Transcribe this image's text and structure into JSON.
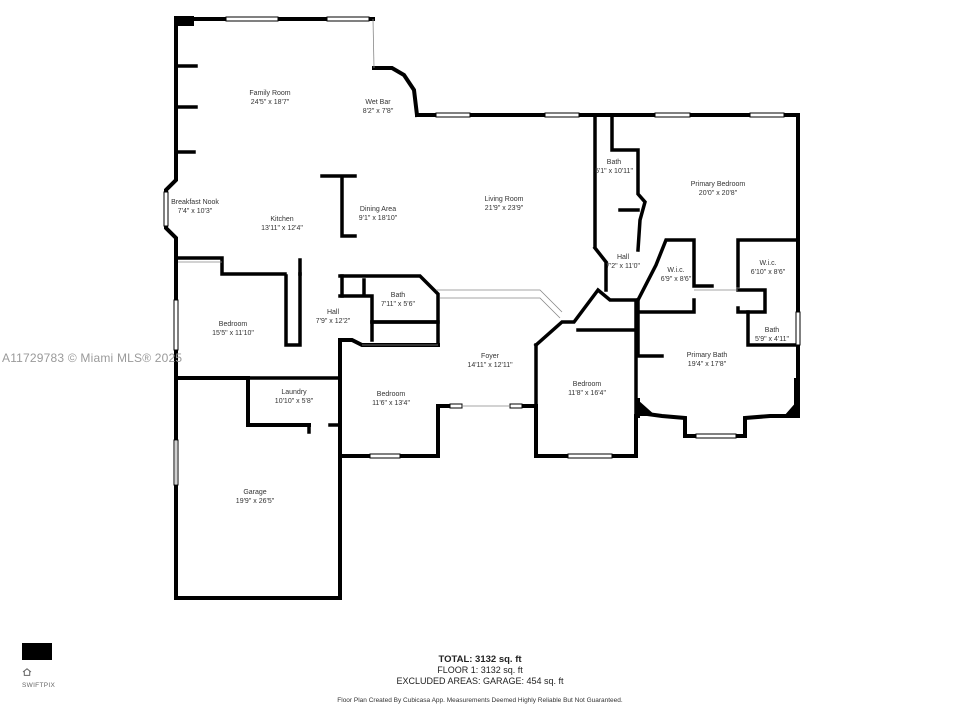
{
  "watermark": "A11729783 © Miami MLS® 2025",
  "rooms": [
    {
      "id": "family-room",
      "name": "Family Room",
      "dims": "24'5\" x 18'7\""
    },
    {
      "id": "wet-bar",
      "name": "Wet Bar",
      "dims": "8'2\" x 7'8\""
    },
    {
      "id": "breakfast-nook",
      "name": "Breakfast Nook",
      "dims": "7'4\" x 10'3\""
    },
    {
      "id": "kitchen",
      "name": "Kitchen",
      "dims": "13'11\" x 12'4\""
    },
    {
      "id": "dining-area",
      "name": "Dining Area",
      "dims": "9'1\" x 18'10\""
    },
    {
      "id": "living-room",
      "name": "Living Room",
      "dims": "21'9\" x 23'9\""
    },
    {
      "id": "bath-top",
      "name": "Bath",
      "dims": "5'1\" x 10'11\""
    },
    {
      "id": "primary-bedroom",
      "name": "Primary Bedroom",
      "dims": "20'0\" x 20'8\""
    },
    {
      "id": "hall-right",
      "name": "Hall",
      "dims": "7'2\" x 11'0\""
    },
    {
      "id": "wic-left",
      "name": "W.i.c.",
      "dims": "6'9\" x 8'6\""
    },
    {
      "id": "wic-right",
      "name": "W.i.c.",
      "dims": "6'10\" x 8'6\""
    },
    {
      "id": "bath-small-right",
      "name": "Bath",
      "dims": "5'9\" x 4'11\""
    },
    {
      "id": "primary-bath",
      "name": "Primary Bath",
      "dims": "19'4\" x 17'8\""
    },
    {
      "id": "bedroom-left",
      "name": "Bedroom",
      "dims": "15'5\" x 11'10\""
    },
    {
      "id": "hall-center",
      "name": "Hall",
      "dims": "7'9\" x 12'2\""
    },
    {
      "id": "bath-center",
      "name": "Bath",
      "dims": "7'11\" x 5'6\""
    },
    {
      "id": "foyer",
      "name": "Foyer",
      "dims": "14'11\" x 12'11\""
    },
    {
      "id": "bedroom-right",
      "name": "Bedroom",
      "dims": "11'8\" x 16'4\""
    },
    {
      "id": "laundry",
      "name": "Laundry",
      "dims": "10'10\" x 5'8\""
    },
    {
      "id": "bedroom-center",
      "name": "Bedroom",
      "dims": "11'6\" x 13'4\""
    },
    {
      "id": "garage",
      "name": "Garage",
      "dims": "19'9\" x 26'5\""
    }
  ],
  "totals": {
    "total": "TOTAL: 3132 sq. ft",
    "floor1": "FLOOR 1: 3132 sq. ft",
    "excluded": "EXCLUDED AREAS: GARAGE: 454 sq. ft"
  },
  "footer": "Floor Plan Created By Cubicasa App. Measurements Deemed Highly Reliable But Not Guaranteed.",
  "logo": {
    "text": "SWIFTPIX"
  }
}
